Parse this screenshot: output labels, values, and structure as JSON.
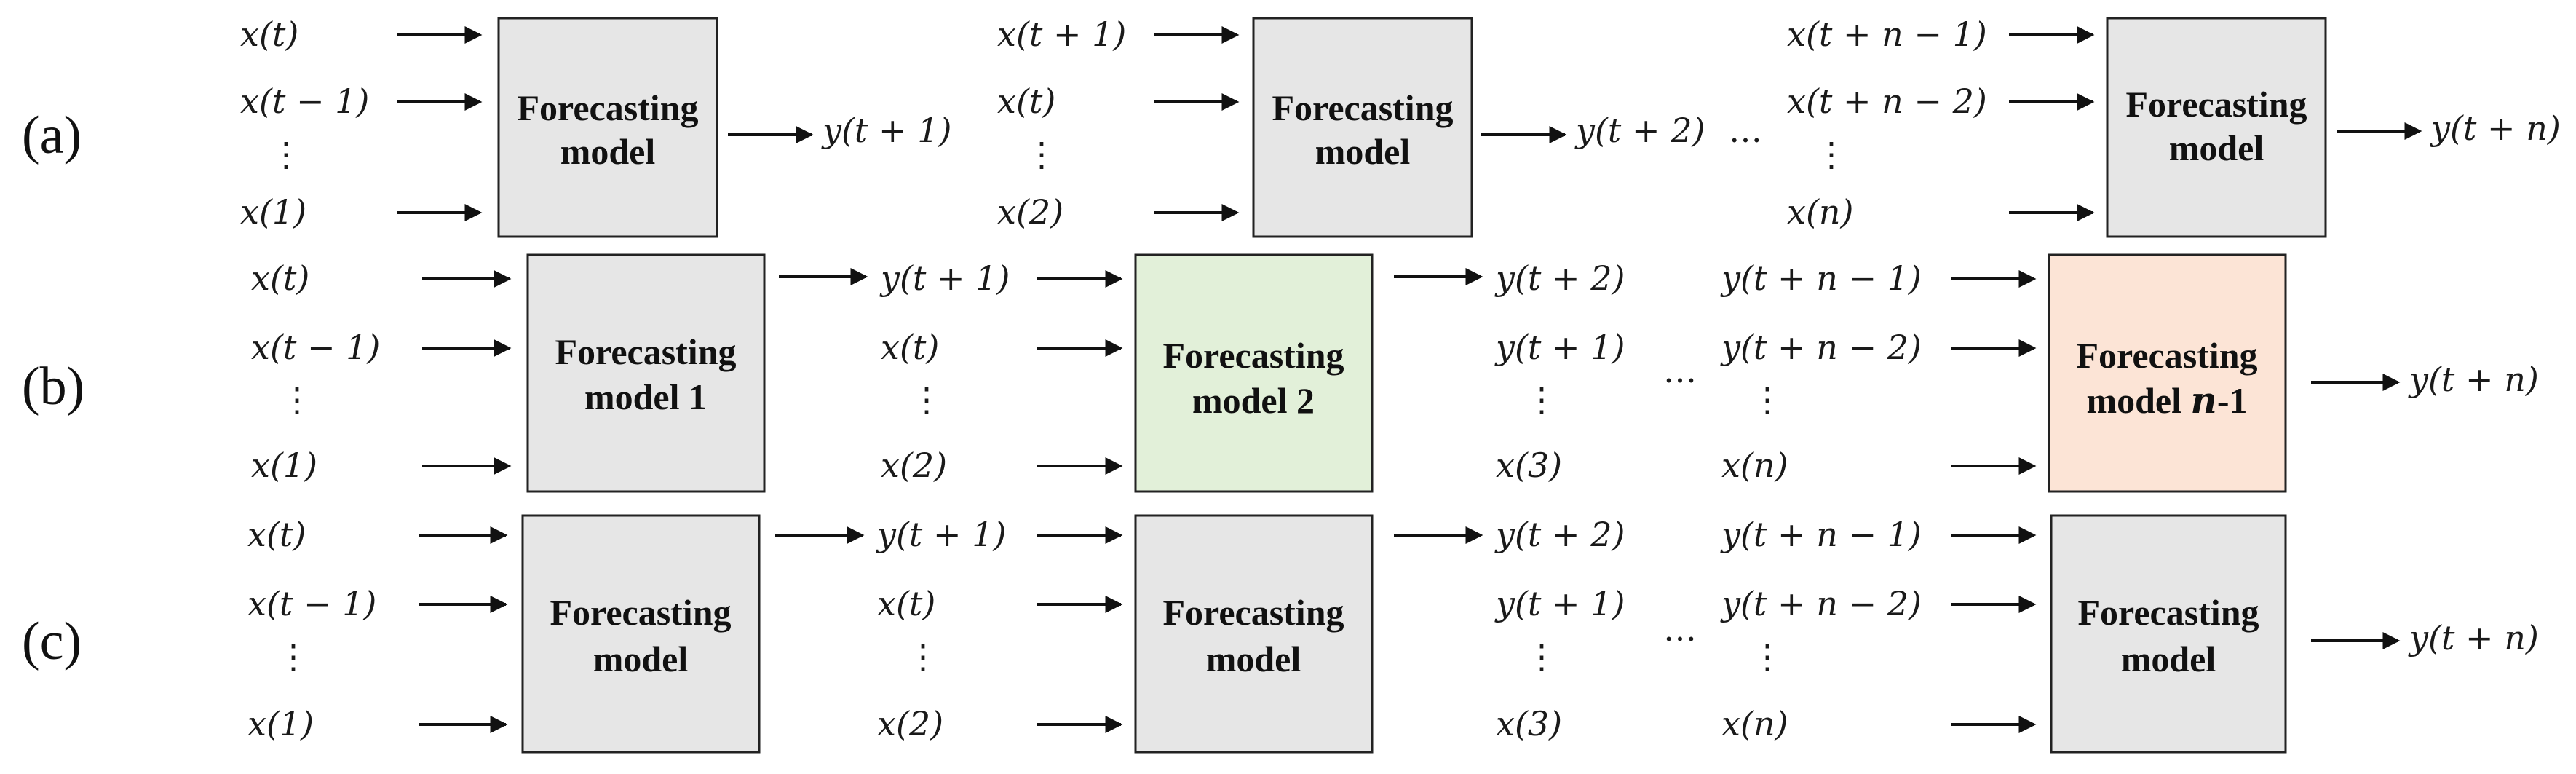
{
  "row_labels": [
    "(a)",
    "(b)",
    "(c)"
  ],
  "colors": {
    "box_default": "#e6e6e6",
    "box_green": "#e2f0d9",
    "box_orange": "#fce4d6"
  },
  "rows": {
    "a": {
      "box1": {
        "line1": "Forecasting",
        "line2": "model"
      },
      "box2": {
        "line1": "Forecasting",
        "line2": "model"
      },
      "box3": {
        "line1": "Forecasting",
        "line2": "model"
      },
      "in1": [
        "x(t)",
        "x(t − 1)",
        "⋮",
        "x(1)"
      ],
      "in2": [
        "x(t + 1)",
        "x(t)",
        "⋮",
        "x(2)"
      ],
      "in3": [
        "x(t + n − 1)",
        "x(t + n − 2)",
        "⋮",
        "x(n)"
      ],
      "out1": "y(t + 1)",
      "out2": "y(t + 2)",
      "between": "…",
      "out3": "y(t + n)"
    },
    "b": {
      "box1": {
        "line1": "Forecasting",
        "line2": "model 1"
      },
      "box2": {
        "line1": "Forecasting",
        "line2": "model 2"
      },
      "box3": {
        "line1": "Forecasting",
        "line2_prefix": "model ",
        "line2_n": "n",
        "line2_suffix": "-1"
      },
      "in1": [
        "x(t)",
        "x(t − 1)",
        "⋮",
        "x(1)"
      ],
      "in2": [
        "y(t + 1)",
        "x(t)",
        "⋮",
        "x(2)"
      ],
      "in3": [
        "y(t + 2)",
        "y(t + 1)",
        "⋮",
        "x(3)"
      ],
      "in4": [
        "y(t + n − 1)",
        "y(t + n − 2)",
        "⋮",
        "x(n)"
      ],
      "between": "…",
      "out": "y(t + n)"
    },
    "c": {
      "box1": {
        "line1": "Forecasting",
        "line2": "model"
      },
      "box2": {
        "line1": "Forecasting",
        "line2": "model"
      },
      "box3": {
        "line1": "Forecasting",
        "line2": "model"
      },
      "in1": [
        "x(t)",
        "x(t − 1)",
        "⋮",
        "x(1)"
      ],
      "in2": [
        "y(t + 1)",
        "x(t)",
        "⋮",
        "x(2)"
      ],
      "in3": [
        "y(t + 2)",
        "y(t + 1)",
        "⋮",
        "x(3)"
      ],
      "in4": [
        "y(t + n − 1)",
        "y(t + n − 2)",
        "⋮",
        "x(n)"
      ],
      "between": "…",
      "out": "y(t + n)"
    }
  }
}
